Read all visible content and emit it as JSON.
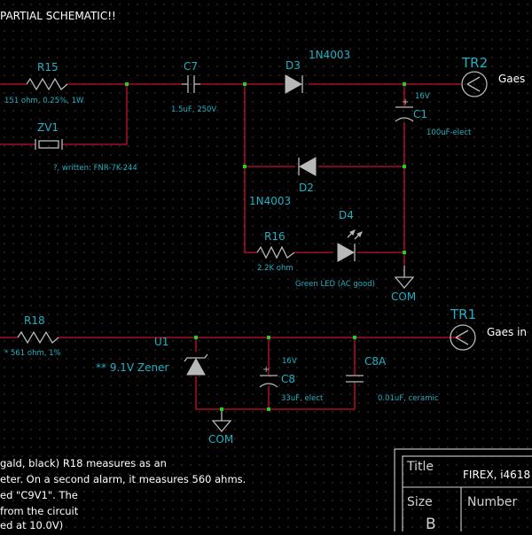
{
  "header": {
    "title": "PARTIAL SCHEMATIC!!"
  },
  "components": {
    "r15": {
      "ref": "R15",
      "value": "151 ohm, 0.25%, 1W"
    },
    "zv1": {
      "ref": "ZV1",
      "value": "?, written: FNR-7K-244"
    },
    "c7": {
      "ref": "C7",
      "value": "1.5uF, 250V"
    },
    "d3": {
      "ref": "D3",
      "part": "1N4003"
    },
    "d2": {
      "ref": "D2",
      "part": "1N4003"
    },
    "c1": {
      "ref": "C1",
      "voltage": "16V",
      "value": "100uF-elect"
    },
    "r16": {
      "ref": "R16",
      "value": "2.2K ohm"
    },
    "d4": {
      "ref": "D4",
      "value": "Green LED (AC good)"
    },
    "r18": {
      "ref": "R18",
      "value": "* 561 ohm, 1%"
    },
    "u1": {
      "ref": "U1",
      "value": "** 9.1V Zener"
    },
    "c8": {
      "ref": "C8",
      "voltage": "16V",
      "value": "33uF, elect"
    },
    "c8a": {
      "ref": "C8A",
      "value": "0.01uF, ceramic"
    }
  },
  "ports": {
    "tr2": {
      "ref": "TR2",
      "label": "Gaes"
    },
    "tr1": {
      "ref": "TR1",
      "label": "Gaes in"
    }
  },
  "grounds": {
    "label": "COM"
  },
  "notes": {
    "line1": "gald, black) R18 measures as an",
    "line2": "eter. On a second alarm, it measures 560 ahms.",
    "line3": "ed \"C9V1\".  The",
    "line4": "from the circuit",
    "line5": "ed at 10.0V)"
  },
  "title_block": {
    "title_label": "Title",
    "title_value": "FIREX, i4618",
    "size_label": "Size",
    "size_value": "B",
    "number_label": "Number"
  },
  "colors": {
    "wire": "#c8102e",
    "node": "#1fd21f",
    "label": "#22b0c0",
    "part": "#b8b8b8"
  }
}
